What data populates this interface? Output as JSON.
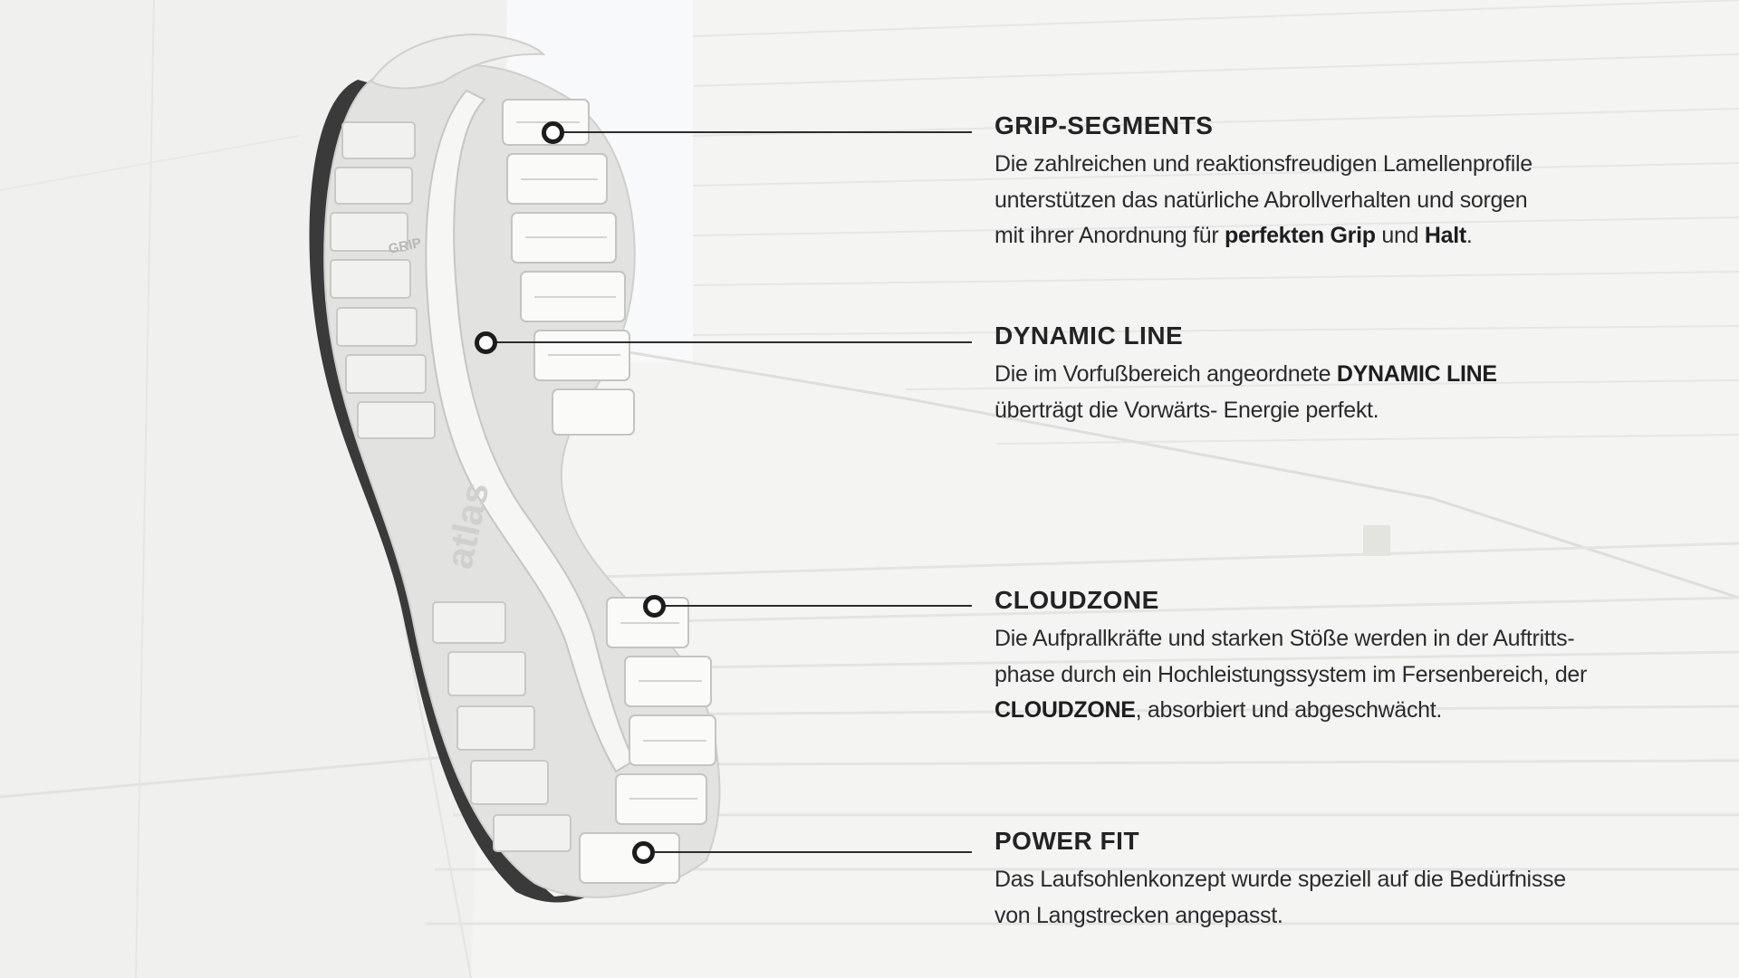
{
  "sole_brand_text": "atlas",
  "sole_grip_text": "GRIP",
  "colors": {
    "background": "#f3f3f2",
    "text": "#232323",
    "marker_ring": "#1c1c1c"
  },
  "features": [
    {
      "title": "GRIP-SEGMENTS",
      "lines": [
        [
          {
            "t": "Die zahlreichen und reaktionsfreudigen Lamellenprofile"
          }
        ],
        [
          {
            "t": "unterstützen das natürliche Abrollverhalten und sorgen"
          }
        ],
        [
          {
            "t": "mit ihrer Anordnung für "
          },
          {
            "t": "perfekten Grip",
            "b": true
          },
          {
            "t": " und "
          },
          {
            "t": "Halt",
            "b": true
          },
          {
            "t": "."
          }
        ]
      ]
    },
    {
      "title": "DYNAMIC LINE",
      "lines": [
        [
          {
            "t": "Die im Vorfußbereich angeordnete "
          },
          {
            "t": "DYNAMIC LINE",
            "b": true
          }
        ],
        [
          {
            "t": "überträgt die Vorwärts- Energie perfekt."
          }
        ]
      ]
    },
    {
      "title": "CLOUDZONE",
      "lines": [
        [
          {
            "t": "Die Aufprallkräfte und starken Stöße werden in der Auftritts-"
          }
        ],
        [
          {
            "t": "phase durch ein Hochleistungssystem im Fersenbereich, der"
          }
        ],
        [
          {
            "t": "CLOUDZONE",
            "b": true
          },
          {
            "t": ", absorbiert und abgeschwächt."
          }
        ]
      ]
    },
    {
      "title": "POWER FIT",
      "lines": [
        [
          {
            "t": "Das Laufsohlenkonzept wurde speziell auf die Bedürfnisse"
          }
        ],
        [
          {
            "t": "von Langstrecken angepasst."
          }
        ]
      ]
    }
  ]
}
